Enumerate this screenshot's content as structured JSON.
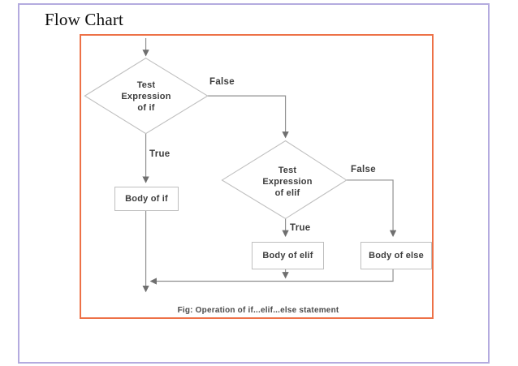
{
  "page": {
    "title": "Flow Chart"
  },
  "flowchart": {
    "caption": "Fig: Operation of if...elif...else statement",
    "nodes": {
      "if_test": {
        "lines": [
          "Test",
          "Expression",
          "of if"
        ]
      },
      "elif_test": {
        "lines": [
          "Test",
          "Expression",
          "of elif"
        ]
      },
      "body_if": {
        "label": "Body of if"
      },
      "body_elif": {
        "label": "Body of elif"
      },
      "body_else": {
        "label": "Body of else"
      }
    },
    "branch_labels": {
      "if_false": "False",
      "if_true": "True",
      "elif_false": "False",
      "elif_true": "True"
    },
    "colors": {
      "frame_border": "#ed7147",
      "slide_border": "#b4abdf",
      "connector": "#8f8f8f",
      "shape_border": "#bfbfbf",
      "text": "#3d3d3d"
    }
  }
}
